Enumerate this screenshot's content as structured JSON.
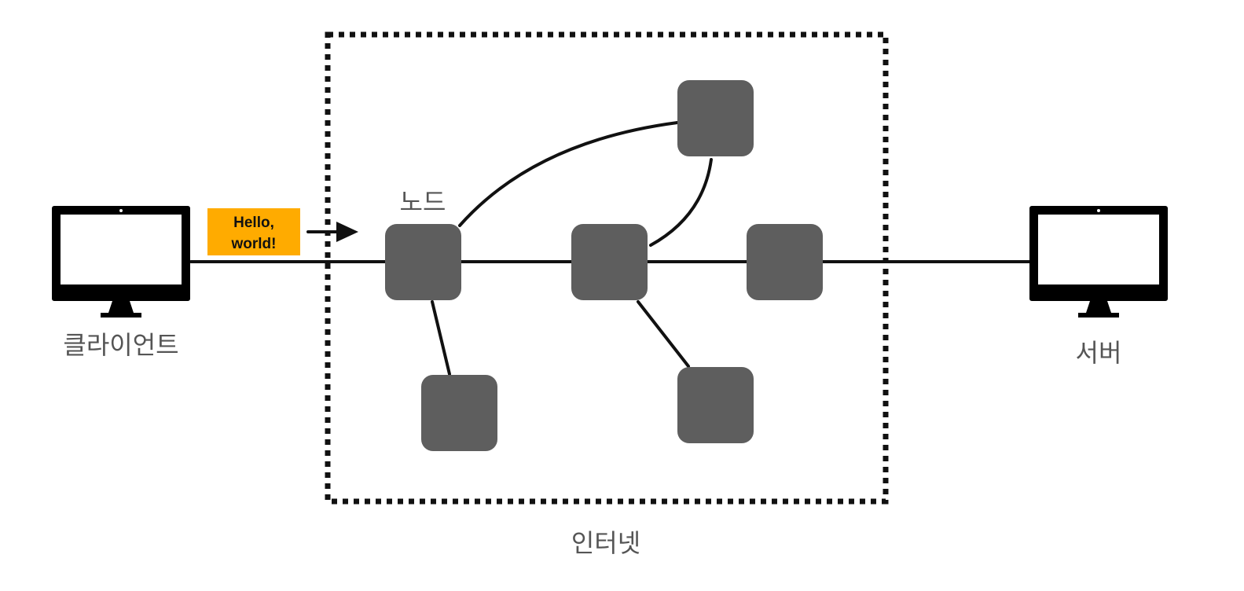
{
  "diagram": {
    "client_label": "클라이언트",
    "server_label": "서버",
    "internet_label": "인터넷",
    "node_label": "노드",
    "message": {
      "line1": "Hello,",
      "line2": "world!"
    }
  },
  "colors": {
    "node": "#5e5e5e",
    "message_bg": "#ffab00",
    "line": "#111111",
    "label": "#555555",
    "monitor": "#000000"
  },
  "icons": {
    "client": "desktop-monitor-icon",
    "server": "desktop-monitor-icon",
    "arrow": "arrow-right-icon"
  }
}
